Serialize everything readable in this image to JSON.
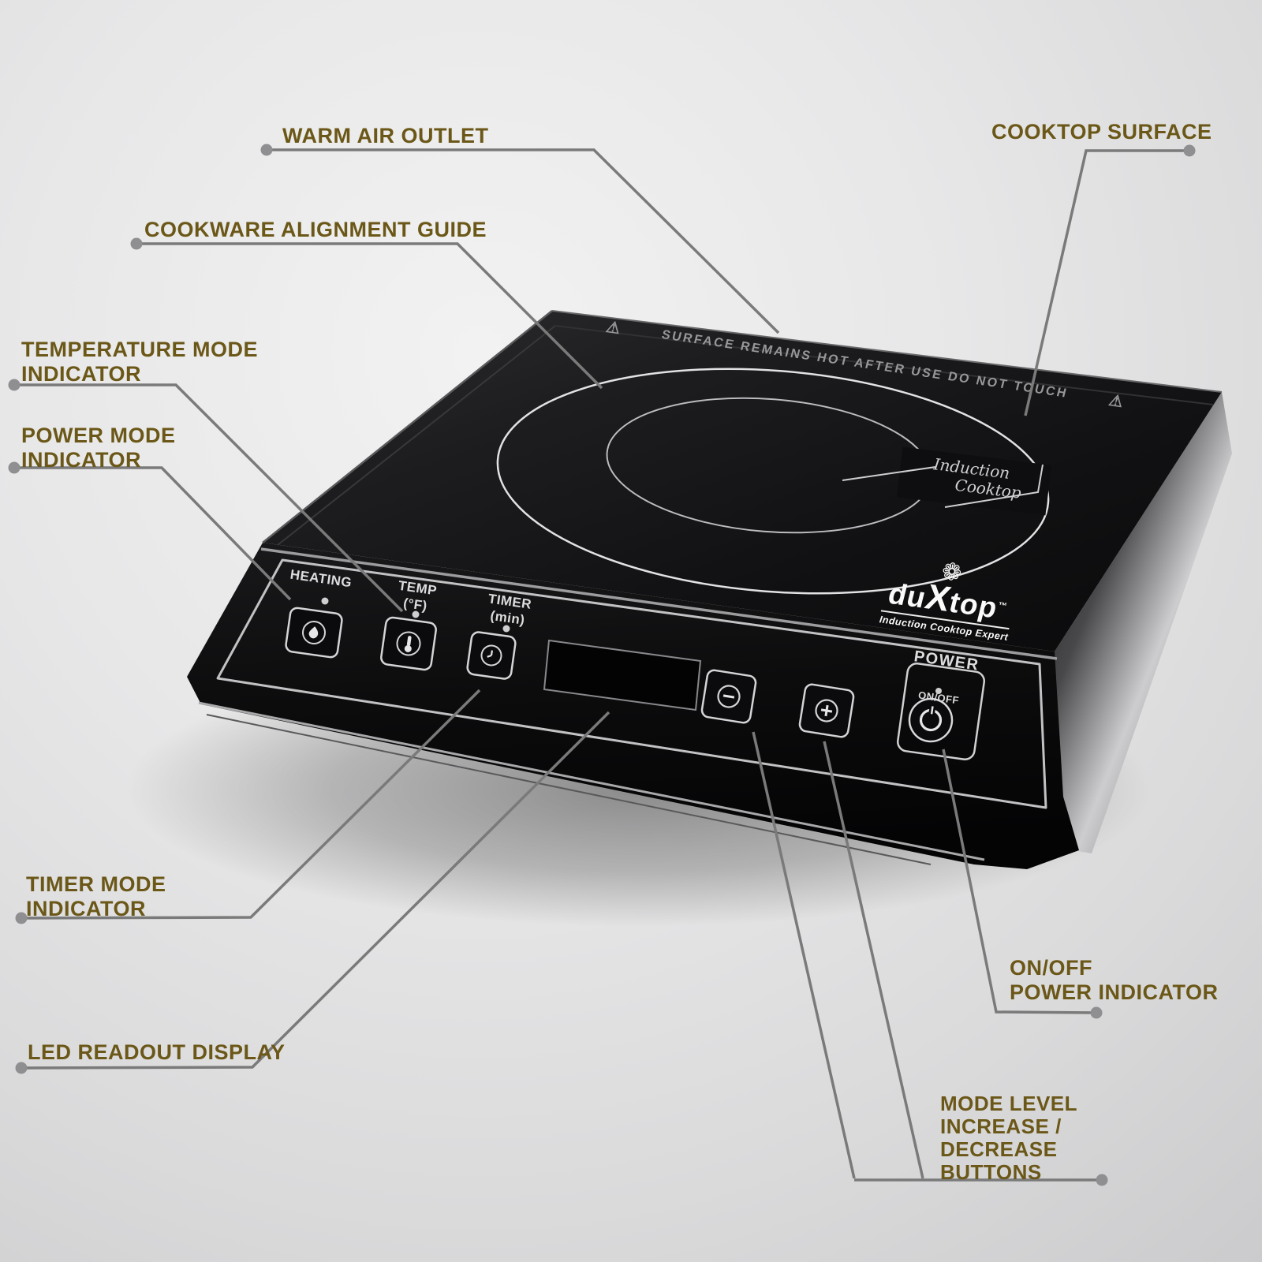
{
  "colors": {
    "label_text": "#6b5717",
    "leader_line": "#7a7a7a",
    "leader_dot": "#8f8f91",
    "device_black": "#101012",
    "silver_accent": "#c8c8ca"
  },
  "icons": {
    "warning": "triangle-exclamation",
    "heating": "flame-in-circle",
    "temperature": "thermometer-in-circle",
    "timer": "clock-in-circle",
    "decrease": "minus-in-circle",
    "increase": "plus-in-circle",
    "power": "power-symbol-in-circle",
    "logo_flower": "lotus-flower"
  },
  "callouts": [
    {
      "id": "warm-air-outlet",
      "lines": [
        "WARM AIR OUTLET"
      ]
    },
    {
      "id": "cooktop-surface",
      "lines": [
        "COOKTOP SURFACE"
      ]
    },
    {
      "id": "cookware-alignment-guide",
      "lines": [
        "COOKWARE ALIGNMENT GUIDE"
      ]
    },
    {
      "id": "temperature-mode-indicator",
      "lines": [
        "TEMPERATURE MODE",
        "INDICATOR"
      ]
    },
    {
      "id": "power-mode-indicator",
      "lines": [
        "POWER MODE",
        "INDICATOR"
      ]
    },
    {
      "id": "timer-mode-indicator",
      "lines": [
        "TIMER MODE",
        "INDICATOR"
      ]
    },
    {
      "id": "led-readout-display",
      "lines": [
        "LED READOUT DISPLAY"
      ]
    },
    {
      "id": "on-off-power-indicator",
      "lines": [
        "ON/OFF",
        "POWER INDICATOR"
      ]
    },
    {
      "id": "mode-level-buttons",
      "lines": [
        "MODE LEVEL",
        "INCREASE /",
        "DECREASE",
        "BUTTONS"
      ]
    }
  ],
  "device": {
    "glass": {
      "warning_icon": "⚠",
      "warning_text": "SURFACE REMAINS HOT AFTER USE  DO NOT TOUCH",
      "guide_script_line1": "Induction",
      "guide_script_line2": "Cooktop"
    },
    "logo": {
      "flower_icon": "❁",
      "brand_prefix": "du",
      "brand_x": "X",
      "brand_suffix": "top",
      "trademark": "™",
      "tagline": "Induction Cooktop Expert"
    },
    "panel": {
      "heating_label": "HEATING",
      "temp_label": "TEMP",
      "temp_sub": "(°F)",
      "timer_label": "TIMER",
      "timer_sub": "(min)",
      "power_label": "POWER",
      "onoff_label": "ON/OFF"
    }
  }
}
